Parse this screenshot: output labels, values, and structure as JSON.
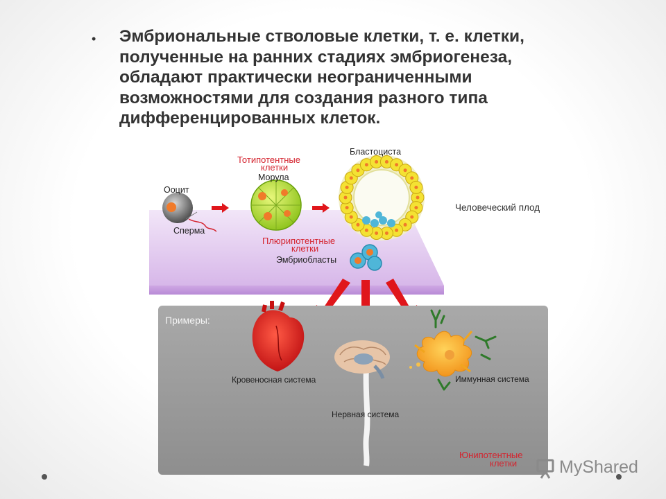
{
  "slide": {
    "bullet": "•",
    "text": "Эмбриональные стволовые клетки, т. е. клетки, полученные на ранних стадиях эмбриогенеза, обладают практически неограниченными возможностями для создания разного типа дифференцированных клеток."
  },
  "diagram": {
    "oocyte": "Ооцит",
    "sperm": "Сперма",
    "totipotent_line1": "Тотипотентные",
    "totipotent_line2": "клетки",
    "morula": "Морула",
    "blastocyst": "Бластоциста",
    "human_fetus": "Человеческий плод",
    "pluripotent_line1": "Плюрипотентные",
    "pluripotent_line2": "клетки",
    "embryoblasts": "Эмбриобласты",
    "examples": "Примеры:",
    "circulatory": "Кровеносная система",
    "nervous": "Нервная система",
    "immune": "Иммунная система",
    "unipotent_line1": "Юнипотентные",
    "unipotent_line2": "клетки"
  },
  "watermark": {
    "text": "MyShared"
  },
  "colors": {
    "accent_red": "#d4232e",
    "arrow_red": "#e0161b",
    "platform_purple": "#d8b8ea",
    "panel_gray": "#9a9a9a"
  }
}
